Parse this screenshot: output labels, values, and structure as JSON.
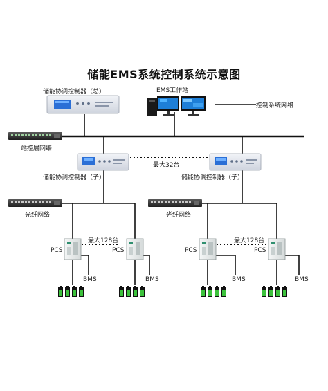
{
  "title": "储能EMS系统控制系统示意图",
  "labels": {
    "master_controller": "储能协调控制器（总）",
    "ems_workstation": "EMS工作站",
    "control_network": "控制系统网络",
    "station_network": "站控层网络",
    "sub_controller_left": "储能协调控制器（子）",
    "sub_controller_right": "储能协调控制器（子）",
    "max_32": "最大32台",
    "fiber_left": "光纤网络",
    "fiber_right": "光纤网络",
    "max_128_left": "最大128台",
    "max_128_right": "最大128台",
    "pcs": "PCS",
    "bms": "BMS"
  },
  "colors": {
    "line": "#111111",
    "device_body": "#e4e7ee",
    "device_screen": "#2b6fd6",
    "switch_body": "#3a3a3a",
    "battery_green": "#3cc23c",
    "monitor_screen": "#1e7fd8"
  }
}
